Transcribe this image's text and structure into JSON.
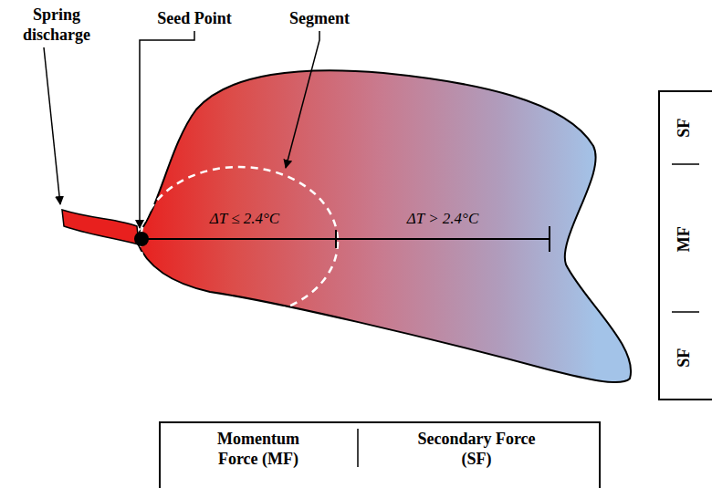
{
  "diagram": {
    "labels": [
      "Spring discharge",
      "Seed Point",
      "Segment",
      "ΔT ≤ 2.4°C",
      "ΔT > 2.4°C",
      "Momentum Force (MF)",
      "Secondary Force (SF)",
      "SF",
      "MF",
      "SF"
    ]
  }
}
